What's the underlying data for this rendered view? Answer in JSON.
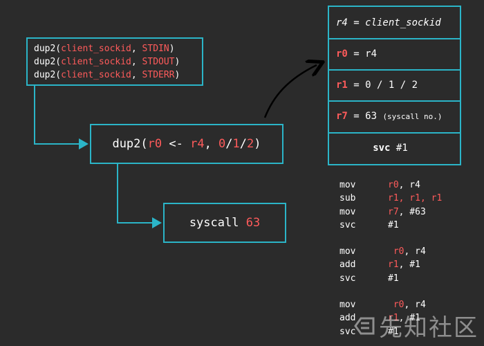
{
  "source_calls": [
    {
      "fn": "dup2(",
      "arg1": "client_sockid",
      "sep": ", ",
      "arg2": "STDIN",
      "close": ")"
    },
    {
      "fn": "dup2(",
      "arg1": "client_sockid",
      "sep": ", ",
      "arg2": "STDOUT",
      "close": ")"
    },
    {
      "fn": "dup2(",
      "arg1": "client_sockid",
      "sep": ", ",
      "arg2": "STDERR",
      "close": ")"
    }
  ],
  "dup_box": {
    "fn": "dup2(",
    "r0": "r0",
    "arrow": " <- ",
    "r4": "r4",
    "comma": ", ",
    "v0": "0",
    "slash1": "/",
    "v1": "1",
    "slash2": "/",
    "v2": "2",
    "close": ")"
  },
  "syscall_box": {
    "label": "syscall ",
    "number": "63"
  },
  "register_table": {
    "row1": "r4 = client_sockid",
    "row2_reg": "r0",
    "row2_rest": " = r4",
    "row3_reg": "r1",
    "row3_rest": " = 0 / 1 / 2",
    "row4_reg": "r7",
    "row4_rest": " = 63 ",
    "row4_note": "(syscall no.)",
    "row5_op": "svc",
    "row5_arg": " #1"
  },
  "assembly": [
    [
      {
        "op": "mov",
        "args": [
          {
            "t": "r0",
            "red": true
          },
          {
            "t": ", r4",
            "red": false
          }
        ]
      },
      {
        "op": "sub",
        "args": [
          {
            "t": "r1, r1, r1",
            "red": true
          }
        ]
      },
      {
        "op": "mov",
        "args": [
          {
            "t": "r7",
            "red": true
          },
          {
            "t": ", #63",
            "red": false
          }
        ]
      },
      {
        "op": "svc",
        "args": [
          {
            "t": "#1",
            "red": false
          }
        ]
      }
    ],
    [
      {
        "op": "mov",
        "args": [
          {
            "t": " r0",
            "red": true
          },
          {
            "t": ", r4",
            "red": false
          }
        ]
      },
      {
        "op": "add",
        "args": [
          {
            "t": "r1",
            "red": true
          },
          {
            "t": ", #1",
            "red": false
          }
        ]
      },
      {
        "op": "svc",
        "args": [
          {
            "t": "#1",
            "red": false
          }
        ]
      }
    ],
    [
      {
        "op": "mov",
        "args": [
          {
            "t": " r0",
            "red": true
          },
          {
            "t": ", r4",
            "red": false
          }
        ]
      },
      {
        "op": "add",
        "args": [
          {
            "t": "r1",
            "red": true
          },
          {
            "t": ", #1",
            "red": false
          }
        ]
      },
      {
        "op": "svc",
        "args": [
          {
            "t": "#1",
            "red": false
          }
        ]
      }
    ]
  ],
  "watermark": {
    "text": "先知社区",
    "icon": "xianzhi-logo-icon"
  },
  "colors": {
    "background": "#2b2b2b",
    "border": "#2bb5c8",
    "highlight": "#ff5b5b",
    "text": "#ffffff"
  }
}
